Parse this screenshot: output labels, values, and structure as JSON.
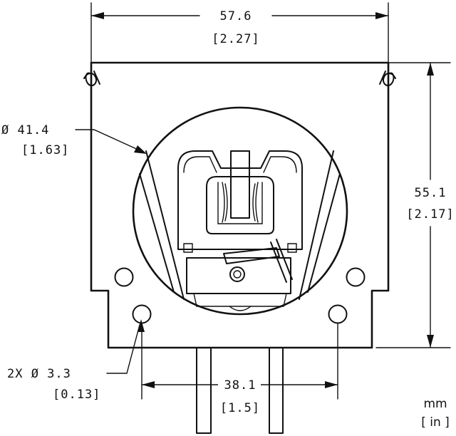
{
  "dimensions": {
    "width": {
      "mm": "57.6",
      "in": "[2.27]"
    },
    "height": {
      "mm": "55.1",
      "in": "[2.17]"
    },
    "diameter": {
      "mm": "Ø 41.4",
      "in": "[1.63]"
    },
    "hole": {
      "mm": "2X Ø  3.3",
      "in": "[0.13]"
    },
    "pin_spacing": {
      "mm": "38.1",
      "in": "[1.5]"
    }
  },
  "units": {
    "primary": "mm",
    "secondary": "[ in ]"
  },
  "colors": {
    "line": "#111111",
    "background": "#ffffff"
  }
}
